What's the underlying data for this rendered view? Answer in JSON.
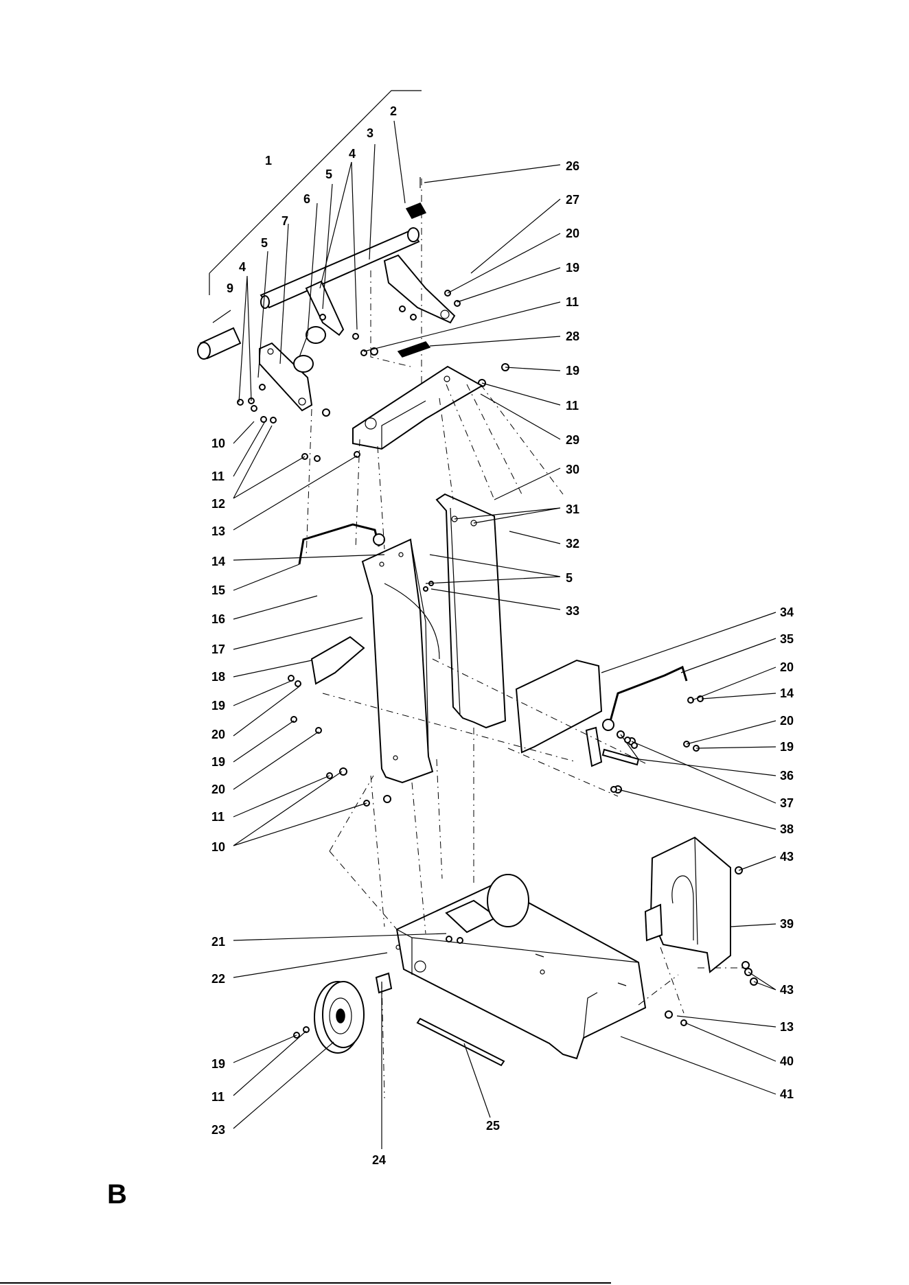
{
  "section_letter": "B",
  "callouts": [
    {
      "label": "1"
    },
    {
      "label": "2"
    },
    {
      "label": "3"
    },
    {
      "label": "4"
    },
    {
      "label": "5"
    },
    {
      "label": "6"
    },
    {
      "label": "7"
    },
    {
      "label": "5"
    },
    {
      "label": "4"
    },
    {
      "label": "9"
    },
    {
      "label": "26"
    },
    {
      "label": "27"
    },
    {
      "label": "20"
    },
    {
      "label": "19"
    },
    {
      "label": "11"
    },
    {
      "label": "28"
    },
    {
      "label": "19"
    },
    {
      "label": "11"
    },
    {
      "label": "29"
    },
    {
      "label": "30"
    },
    {
      "label": "31"
    },
    {
      "label": "32"
    },
    {
      "label": "5"
    },
    {
      "label": "33"
    },
    {
      "label": "34"
    },
    {
      "label": "35"
    },
    {
      "label": "20"
    },
    {
      "label": "14"
    },
    {
      "label": "20"
    },
    {
      "label": "19"
    },
    {
      "label": "36"
    },
    {
      "label": "37"
    },
    {
      "label": "38"
    },
    {
      "label": "43"
    },
    {
      "label": "39"
    },
    {
      "label": "43"
    },
    {
      "label": "13"
    },
    {
      "label": "40"
    },
    {
      "label": "41"
    },
    {
      "label": "10"
    },
    {
      "label": "11"
    },
    {
      "label": "12"
    },
    {
      "label": "13"
    },
    {
      "label": "14"
    },
    {
      "label": "15"
    },
    {
      "label": "16"
    },
    {
      "label": "17"
    },
    {
      "label": "18"
    },
    {
      "label": "19"
    },
    {
      "label": "20"
    },
    {
      "label": "19"
    },
    {
      "label": "20"
    },
    {
      "label": "11"
    },
    {
      "label": "10"
    },
    {
      "label": "21"
    },
    {
      "label": "22"
    },
    {
      "label": "19"
    },
    {
      "label": "11"
    },
    {
      "label": "23"
    },
    {
      "label": "24"
    },
    {
      "label": "25"
    }
  ]
}
